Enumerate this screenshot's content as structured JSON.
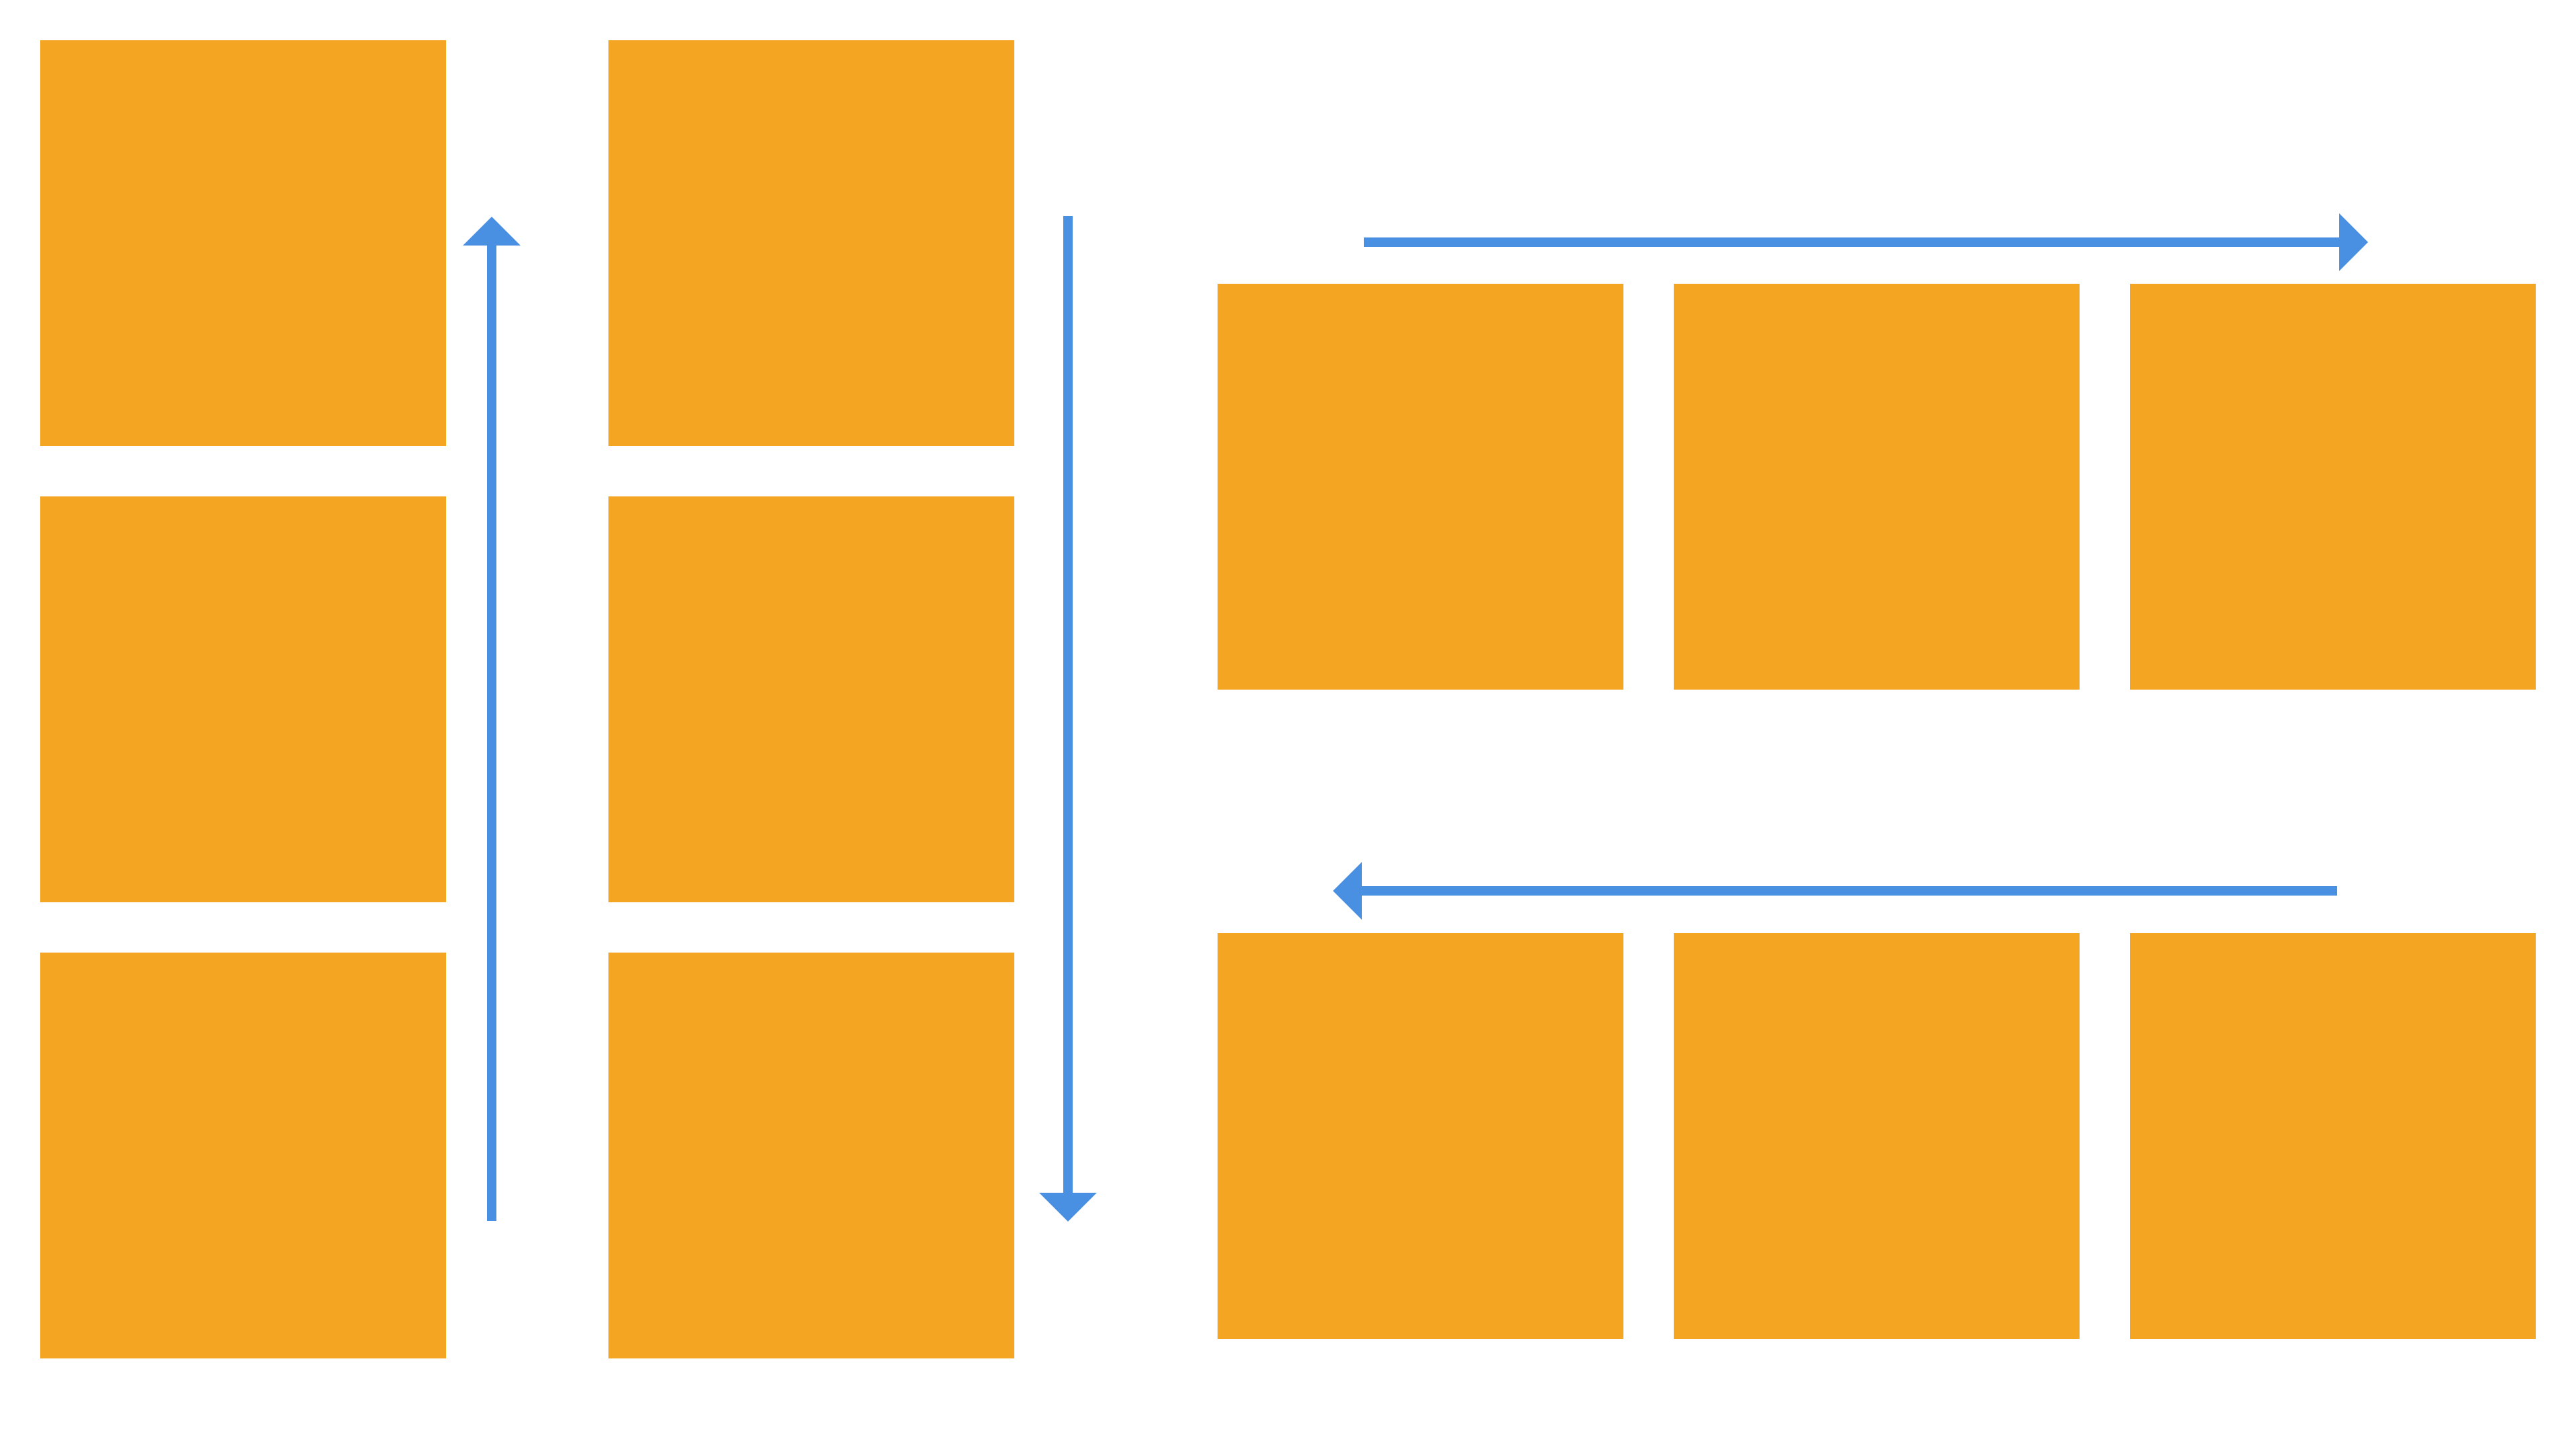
{
  "colors": {
    "background": "#ffffff",
    "tile": "#f4a623",
    "arrow": "#4a90e2"
  },
  "groups": [
    {
      "id": "column-left",
      "orientation": "vertical",
      "tile_count": 3,
      "arrow_direction": "up"
    },
    {
      "id": "column-right",
      "orientation": "vertical",
      "tile_count": 3,
      "arrow_direction": "down"
    },
    {
      "id": "row-top",
      "orientation": "horizontal",
      "tile_count": 3,
      "arrow_direction": "right"
    },
    {
      "id": "row-bottom",
      "orientation": "horizontal",
      "tile_count": 3,
      "arrow_direction": "left"
    }
  ]
}
